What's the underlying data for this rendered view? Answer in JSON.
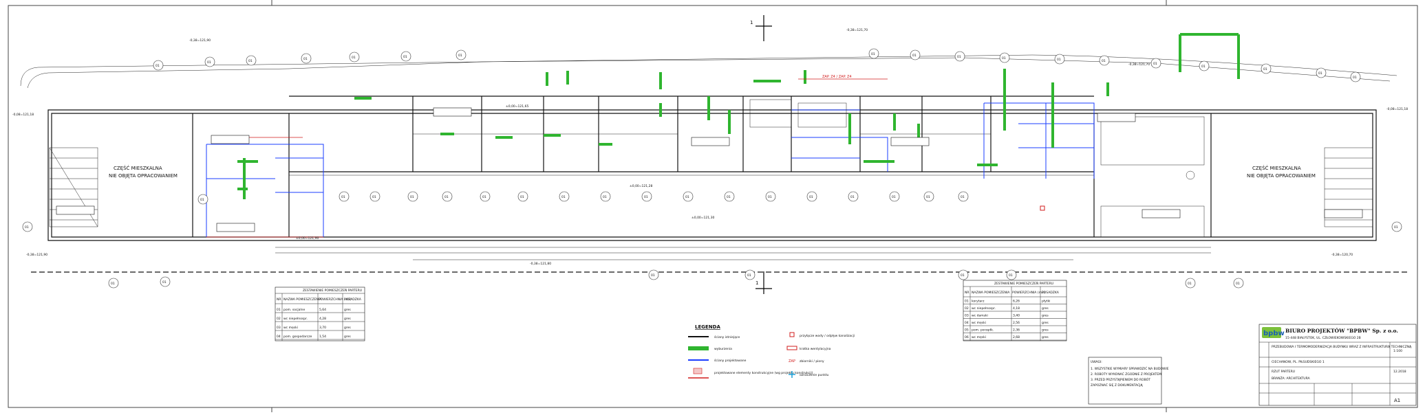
{
  "section_marker": {
    "label": "1"
  },
  "floor_zones": {
    "left": [
      "CZĘŚĆ MIESZKALNA",
      "NIE OBJĘTA OPRACOWANIEM"
    ],
    "right": [
      "CZĘŚĆ MIESZKALNA",
      "NIE OBJĘTA OPRACOWANIEM"
    ]
  },
  "elevation_labels": [
    "-0,38=121,90",
    "-0,08=121,18",
    "-0,38=121,90",
    "-0,38=121,70",
    "±0,00=121,65",
    "±0,00=121,28",
    "±0,00=121,30",
    "±0,00=121,90",
    "-0,38=121,80",
    "-0,38=121,70",
    "-0,38=120,70",
    "-0,08=121,18"
  ],
  "column_tag": "01",
  "annotation_red": "ZAP. Z4 / ZAP. Z4",
  "table_left": {
    "title": "ZESTAWIENIE POMIESZCZEŃ PARTERU",
    "headers": [
      "NR",
      "NAZWA POMIESZCZENIA",
      "POWIERZCHNIA (m2)",
      "POSADZKA"
    ],
    "rows": [
      [
        "01",
        "pom. socjalne",
        "5,64",
        "gres"
      ],
      [
        "02",
        "wc niepełnospr.",
        "4,28",
        "gres"
      ],
      [
        "03",
        "wc męski",
        "3,70",
        "gres"
      ],
      [
        "04",
        "pom. gospodarcze",
        "1,54",
        "gres"
      ]
    ]
  },
  "table_right": {
    "title": "ZESTAWIENIE POMIESZCZEŃ PARTERU",
    "headers": [
      "NR",
      "NAZWA POMIESZCZENIA",
      "POWIERZCHNIA (m2)",
      "POSADZKA"
    ],
    "rows": [
      [
        "01",
        "korytarz",
        "6,26",
        "płytki"
      ],
      [
        "02",
        "wc niepełnospr.",
        "4,18",
        "gres"
      ],
      [
        "03",
        "wc damski",
        "3,40",
        "gres"
      ],
      [
        "04",
        "wc męski",
        "2,56",
        "gres"
      ],
      [
        "05",
        "pom. porządk.",
        "2,36",
        "gres"
      ],
      [
        "06",
        "wc męski",
        "2,68",
        "gres"
      ]
    ]
  },
  "legend": {
    "title": "LEGENDA",
    "items": [
      {
        "label": "ściany istniejące",
        "kind": "black"
      },
      {
        "label": "wyburzenia",
        "kind": "green"
      },
      {
        "label": "ściany projektowane",
        "kind": "blue"
      },
      {
        "label": "projektowane elementy konstrukcyjne (wg projektu konstrukcji)",
        "kind": "red"
      },
      {
        "label": "przyłącze wody / odpływ kanalizacji",
        "kind": "red-box"
      },
      {
        "label": "kratka wentylacyjna",
        "kind": "red-rect"
      },
      {
        "label": "zbiorniki / piony",
        "kind": "text-zap"
      },
      {
        "label": "oznaczenie punktu",
        "kind": "cross"
      }
    ]
  },
  "notes_title": "UWAGI:",
  "notes": [
    "1. WSZYSTKIE WYMIARY SPRAWDZIĆ NA BUDOWIE",
    "2. ROBOTY WYKONAĆ ZGODNIE Z PROJEKTEM",
    "3. PRZED PRZYSTĄPIENIEM DO ROBÓT",
    "ZAPOZNAĆ SIĘ Z DOKUMENTACJĄ"
  ],
  "title_block": {
    "logo": "bpbw",
    "company": "BIURO PROJEKTÓW \"BPBW\" Sp. z o.o.",
    "address": "15-448 BIAŁYSTOK, UL. CZŁOWIEKOWSKIEGO 2B",
    "project": "PRZEBUDOWA I TERMOMODERNIZACJA BUDYNKU WRAZ Z INFRASTRUKTURĄ TECHNICZNĄ",
    "address_site": "CIECHANOW, PL. PIŁSUDSKIEGO 1",
    "drawing": "RZUT PARTERU",
    "branch": "BRANŻA: ARCHITEKTURA",
    "scale": "1:100",
    "sheet_no": "A1",
    "date": "12.2018"
  }
}
